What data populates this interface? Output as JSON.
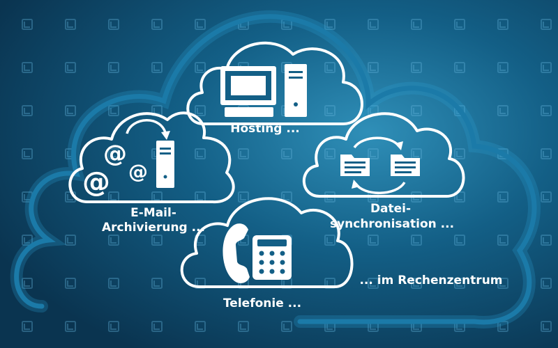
{
  "colors": {
    "background_dark": "#0a3450",
    "background_mid": "#135f86",
    "background_glow": "#2f8fb8",
    "outer_cloud_stroke": "#1b7aa8",
    "outer_cloud_glow": "#2aa0d2",
    "icon_white": "#ffffff",
    "pattern_square": "#5fb0d8"
  },
  "services": {
    "hosting": {
      "label": "Hosting ...",
      "icons": [
        "monitor-icon",
        "server-tower-icon"
      ]
    },
    "email": {
      "label_line1": "E-Mail-",
      "label_line2": "Archivierung ...",
      "icons": [
        "at-sign-icon",
        "at-sign-icon",
        "at-sign-icon",
        "curved-arrow-icon",
        "server-tower-icon"
      ]
    },
    "sync": {
      "label_line1": "Datei-",
      "label_line2": "synchronisation ...",
      "icons": [
        "folder-icon",
        "folder-icon",
        "sync-arrows-icon"
      ]
    },
    "phone": {
      "label": "Telefonie ...",
      "icons": [
        "telephone-icon"
      ]
    }
  },
  "footer_text": "... im Rechenzentrum"
}
